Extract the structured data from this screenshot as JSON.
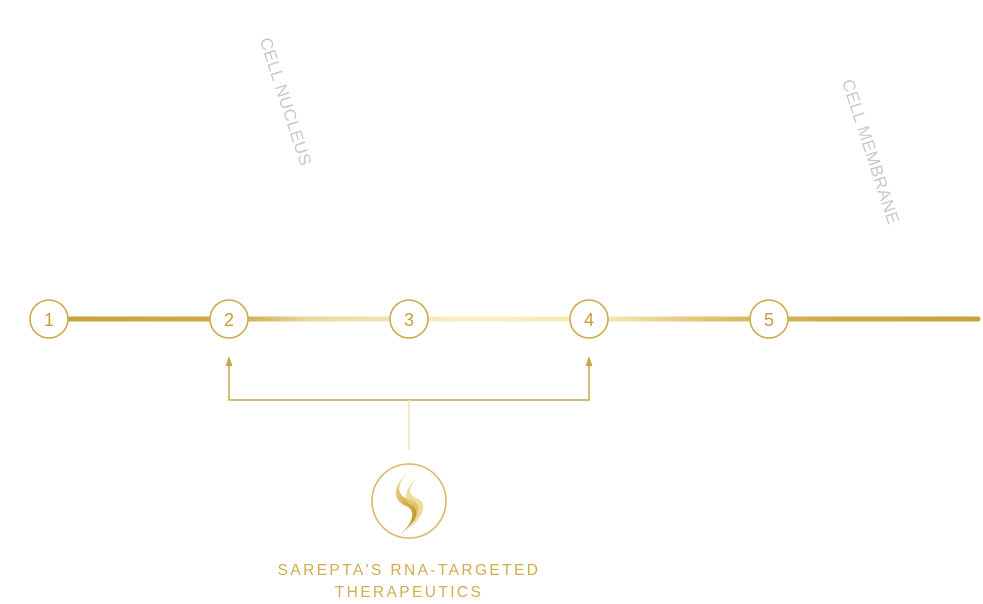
{
  "regions": {
    "nucleus_label": "CELL NUCLEUS",
    "membrane_label": "CELL MEMBRANE"
  },
  "timeline": {
    "steps": [
      "1",
      "2",
      "3",
      "4",
      "5"
    ],
    "targeted_steps": [
      "2",
      "4"
    ]
  },
  "therapeutic": {
    "line1": "SAREPTA'S RNA-TARGETED",
    "line2": "THERAPEUTICS",
    "logo_icon": "rna-helix-icon"
  },
  "colors": {
    "gold_dark": "#c9a23f",
    "gold_light": "#f7ecb8",
    "gold_text": "#d1ad4f",
    "label_gray": "#c9c9c9"
  }
}
